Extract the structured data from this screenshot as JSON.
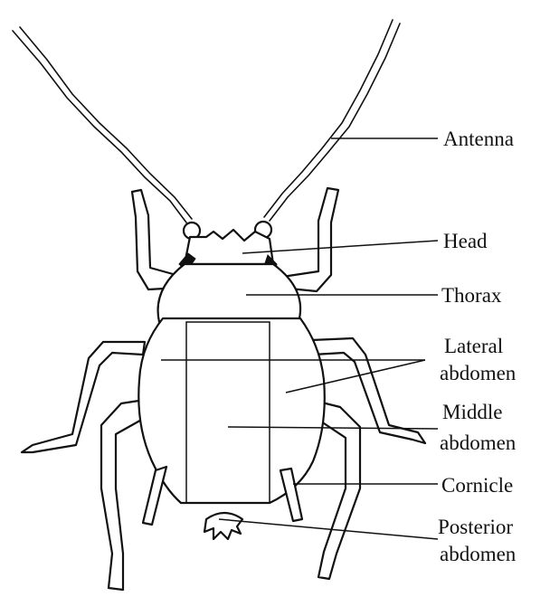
{
  "labels": {
    "antenna": "Antenna",
    "head": "Head",
    "thorax": "Thorax",
    "lateral_line1": "Lateral",
    "lateral_line2": "abdomen",
    "middle_line1": "Middle",
    "middle_line2": "abdomen",
    "cornicle": "Cornicle",
    "posterior_line1": "Posterior",
    "posterior_line2": "abdomen"
  }
}
